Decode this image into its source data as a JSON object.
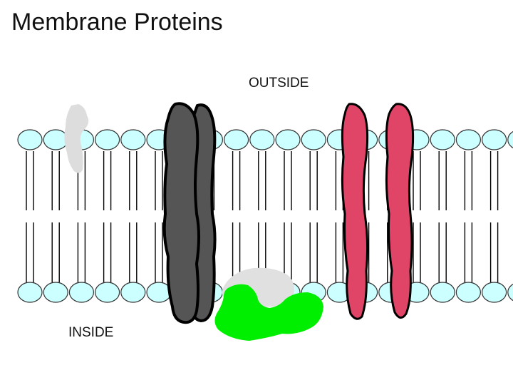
{
  "title": "Membrane Proteins",
  "labels": {
    "outside": "OUTSIDE",
    "inside": "INSIDE"
  },
  "membrane": {
    "head_count_per_leaflet": 20,
    "colors": {
      "lipid_head_fill": "#ccffff",
      "lipid_head_stroke": "#333333",
      "lipid_tail": "#000000"
    }
  },
  "proteins": {
    "peripheral_top": {
      "color": "#dddddd"
    },
    "transmembrane_dark": {
      "color": "#555555"
    },
    "peripheral_bottom": {
      "colors": [
        "#e0e0e0",
        "#00ee00"
      ]
    },
    "transmembrane_red": {
      "color": "#e04466"
    }
  }
}
